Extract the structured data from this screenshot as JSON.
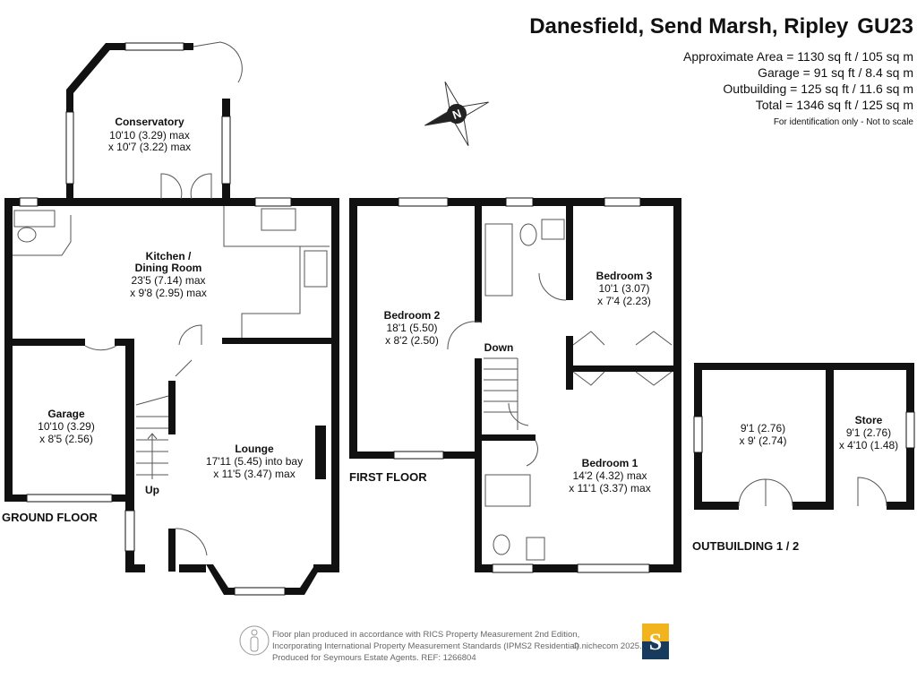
{
  "header": {
    "title": "Danesfield, Send Marsh, Ripley",
    "postcode": "GU23",
    "areas": [
      "Approximate Area = 1130 sq ft / 105 sq m",
      "Garage = 91 sq ft / 8.4 sq m",
      "Outbuilding = 125 sq ft / 11.6 sq m",
      "Total = 1346 sq ft / 125 sq m"
    ],
    "note": "For identification only - Not to scale"
  },
  "compass": {
    "label": "N"
  },
  "floors": {
    "ground": "GROUND FLOOR",
    "first": "FIRST FLOOR",
    "outbuilding": "OUTBUILDING 1 / 2"
  },
  "rooms": {
    "conservatory": {
      "name": "Conservatory",
      "d1": "10'10 (3.29) max",
      "d2": "x 10'7 (3.22) max"
    },
    "kitchen": {
      "name1": "Kitchen /",
      "name2": "Dining Room",
      "d1": "23'5 (7.14) max",
      "d2": "x 9'8 (2.95) max"
    },
    "garage": {
      "name": "Garage",
      "d1": "10'10 (3.29)",
      "d2": "x 8'5 (2.56)"
    },
    "lounge": {
      "name": "Lounge",
      "d1": "17'11 (5.45) into bay",
      "d2": "x 11'5 (3.47) max"
    },
    "bedroom2": {
      "name": "Bedroom 2",
      "d1": "18'1 (5.50)",
      "d2": "x 8'2 (2.50)"
    },
    "bedroom3": {
      "name": "Bedroom 3",
      "d1": "10'1 (3.07)",
      "d2": "x 7'4 (2.23)"
    },
    "bedroom1": {
      "name": "Bedroom 1",
      "d1": "14'2 (4.32) max",
      "d2": "x 11'1 (3.37) max"
    },
    "outbuilding1": {
      "d1": "9'1 (2.76)",
      "d2": "x 9' (2.74)"
    },
    "store": {
      "name": "Store",
      "d1": "9'1 (2.76)",
      "d2": "x 4'10 (1.48)"
    }
  },
  "stairs": {
    "up": "Up",
    "down": "Down"
  },
  "footer": {
    "lines": [
      "Floor plan produced in accordance with RICS Property Measurement 2nd Edition,",
      "Incorporating International Property Measurement Standards (IPMS2 Residential).",
      "Produced for Seymours Estate Agents.   REF: 1266804"
    ],
    "copyright": "© nichecom 2025.",
    "logo_letter": "S"
  },
  "colors": {
    "wall": "#111111",
    "logo_top": "#f2b41c",
    "logo_bottom": "#173b5c"
  }
}
